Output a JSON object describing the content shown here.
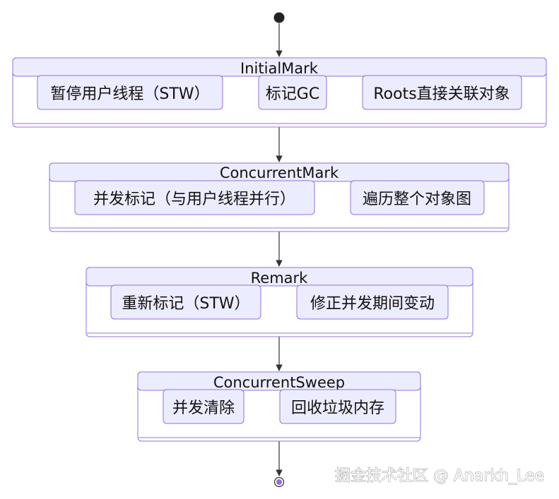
{
  "colors": {
    "node_fill": "#ECECFF",
    "node_stroke": "#9370DB",
    "edge": "#333333",
    "start_fill": "#222222",
    "end_fill": "#9370DB"
  },
  "states": [
    {
      "id": "initial-mark",
      "title": "InitialMark",
      "substates": [
        "暂停用户线程（STW）",
        "标记GC",
        "Roots直接关联对象"
      ]
    },
    {
      "id": "concurrent-mark",
      "title": "ConcurrentMark",
      "substates": [
        "并发标记（与用户线程并行）",
        "遍历整个对象图"
      ]
    },
    {
      "id": "remark",
      "title": "Remark",
      "substates": [
        "重新标记（STW）",
        "修正并发期间变动"
      ]
    },
    {
      "id": "concurrent-sweep",
      "title": "ConcurrentSweep",
      "substates": [
        "并发清除",
        "回收垃圾内存"
      ]
    }
  ],
  "watermark": "掘金技术社区 @ Anarkh_Lee"
}
